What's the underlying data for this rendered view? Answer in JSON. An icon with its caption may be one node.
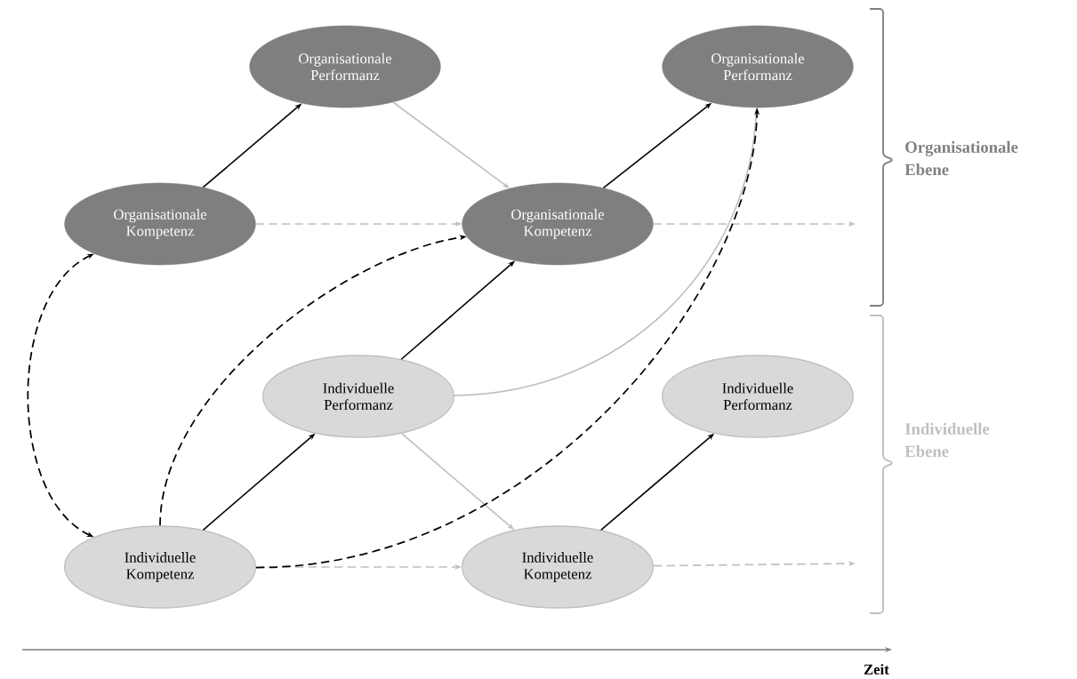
{
  "diagram": {
    "nodes": [
      {
        "text": [
          "Organisationale Performanz"
        ]
      },
      {
        "text": [
          "Organisationale Performanz"
        ]
      },
      {
        "text": [
          "Organisationale Kompetenz"
        ]
      },
      {
        "text": [
          "Organisationale Kompetenz"
        ]
      },
      {
        "text": [
          "Individuelle Performanz"
        ]
      },
      {
        "text": [
          "Individuelle Performanz"
        ]
      },
      {
        "text": [
          "Individuelle Kompetenz"
        ]
      },
      {
        "text": [
          "Individuelle Kompetenz"
        ]
      }
    ],
    "edges": [
      {
        "from": 2,
        "to": 0,
        "arrow": "to"
      },
      {
        "from": 0,
        "to": 3,
        "arrow": "to",
        "color": "#bfbfbf"
      },
      {
        "from": 3,
        "to": 1,
        "arrow": "to"
      },
      {
        "from": 2,
        "to": 3,
        "arrow": "to",
        "style": "dashed",
        "color": "#bfbfbf"
      },
      {
        "from": 3,
        "to": null,
        "arrow": "to",
        "style": "dashed",
        "color": "#bfbfbf"
      },
      {
        "from": 6,
        "to": 4,
        "arrow": "to"
      },
      {
        "from": 4,
        "to": 3,
        "arrow": "to"
      },
      {
        "from": 4,
        "to": 7,
        "arrow": "to",
        "color": "#bfbfbf"
      },
      {
        "from": 4,
        "to": 1,
        "arrow": "none",
        "color": "#bfbfbf"
      },
      {
        "from": 7,
        "to": 5,
        "arrow": "to"
      },
      {
        "from": 6,
        "to": 7,
        "arrow": "to",
        "style": "dashed",
        "color": "#bfbfbf"
      },
      {
        "from": 7,
        "to": null,
        "arrow": "to",
        "style": "dashed",
        "color": "#bfbfbf"
      },
      {
        "from": 6,
        "to": 3,
        "arrow": "to",
        "style": "dashed"
      },
      {
        "from": 6,
        "to": 1,
        "arrow": "to",
        "style": "dashed"
      },
      {
        "from": 2,
        "to": 6,
        "arrow": "both",
        "style": "dashed"
      }
    ],
    "labels": [
      "Organisationale Ebene",
      "Individuelle Ebene",
      "Zeit"
    ]
  }
}
